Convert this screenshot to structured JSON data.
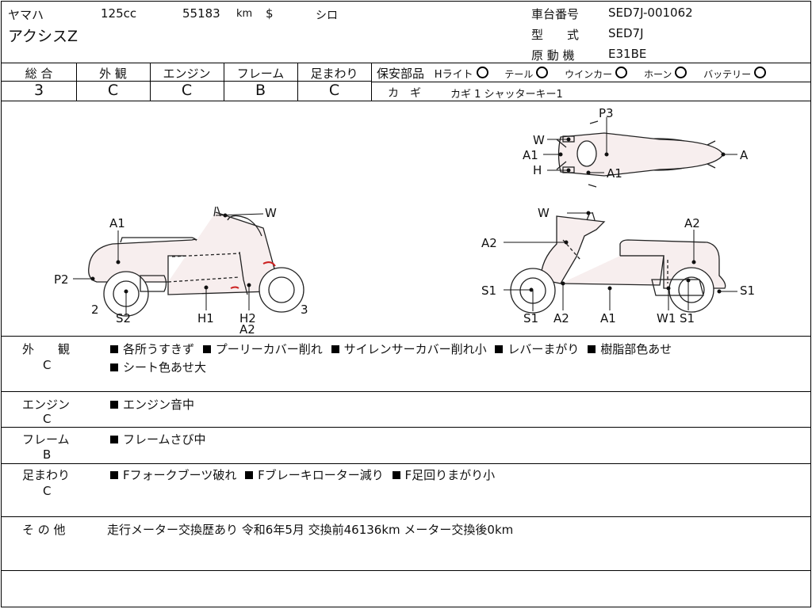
{
  "header": {
    "maker": "ヤマハ",
    "displacement": "125cc",
    "mileage": "55183",
    "mileage_unit": "km",
    "currency_mark": "$",
    "color": "シロ",
    "model_name": "アクシスZ",
    "frame_no_label": "車台番号",
    "frame_no": "SED7J-001062",
    "type_label": "型　　式",
    "type": "SED7J",
    "engine_label": "原 動 機",
    "engine": "E31BE"
  },
  "grades": {
    "headers": [
      "総 合",
      "外 観",
      "エンジン",
      "フレーム",
      "足まわり"
    ],
    "values": [
      "3",
      "C",
      "C",
      "B",
      "C"
    ]
  },
  "safety": {
    "label": "保安部品",
    "items": [
      {
        "name": "Hライト",
        "status": "O"
      },
      {
        "name": "テール",
        "status": "O"
      },
      {
        "name": "ウインカー",
        "status": "O"
      },
      {
        "name": "ホーン",
        "status": "O"
      },
      {
        "name": "バッテリー",
        "status": "O"
      }
    ],
    "key_label": "カ　ギ",
    "key_value": "カギ 1 シャッターキー1"
  },
  "diagram": {
    "left_labels": [
      "A1",
      "P2",
      "2",
      "S2",
      "H1",
      "H2",
      "A2",
      "3",
      "W"
    ],
    "right_labels": [
      "W",
      "A2",
      "A2",
      "S1",
      "S1",
      "A2",
      "A1",
      "W1",
      "S1",
      "S1"
    ],
    "top_labels": [
      "P3",
      "W",
      "A1",
      "H",
      "A1",
      "A"
    ]
  },
  "notes": [
    {
      "category": "外　　観",
      "grade": "C",
      "items": [
        "各所うすきず",
        "プーリーカバー削れ",
        "サイレンサーカバー削れ小",
        "レバーまがり",
        "樹脂部色あせ",
        "シート色あせ大"
      ]
    },
    {
      "category": "エンジン",
      "grade": "C",
      "items": [
        "エンジン音中"
      ]
    },
    {
      "category": "フレーム",
      "grade": "B",
      "items": [
        "フレームさび中"
      ]
    },
    {
      "category": "足まわり",
      "grade": "C",
      "items": [
        "Fフォークブーツ破れ",
        "Fブレーキローター減り",
        "F足回りまがり小"
      ]
    }
  ],
  "other": {
    "label": "そ の 他",
    "text": "走行メーター交換歴あり 令和6年5月 交換前46136km メーター交換後0km"
  },
  "colors": {
    "line": "#000000",
    "damage_mark": "#cc2222",
    "body_fill": "#f7eeee"
  }
}
